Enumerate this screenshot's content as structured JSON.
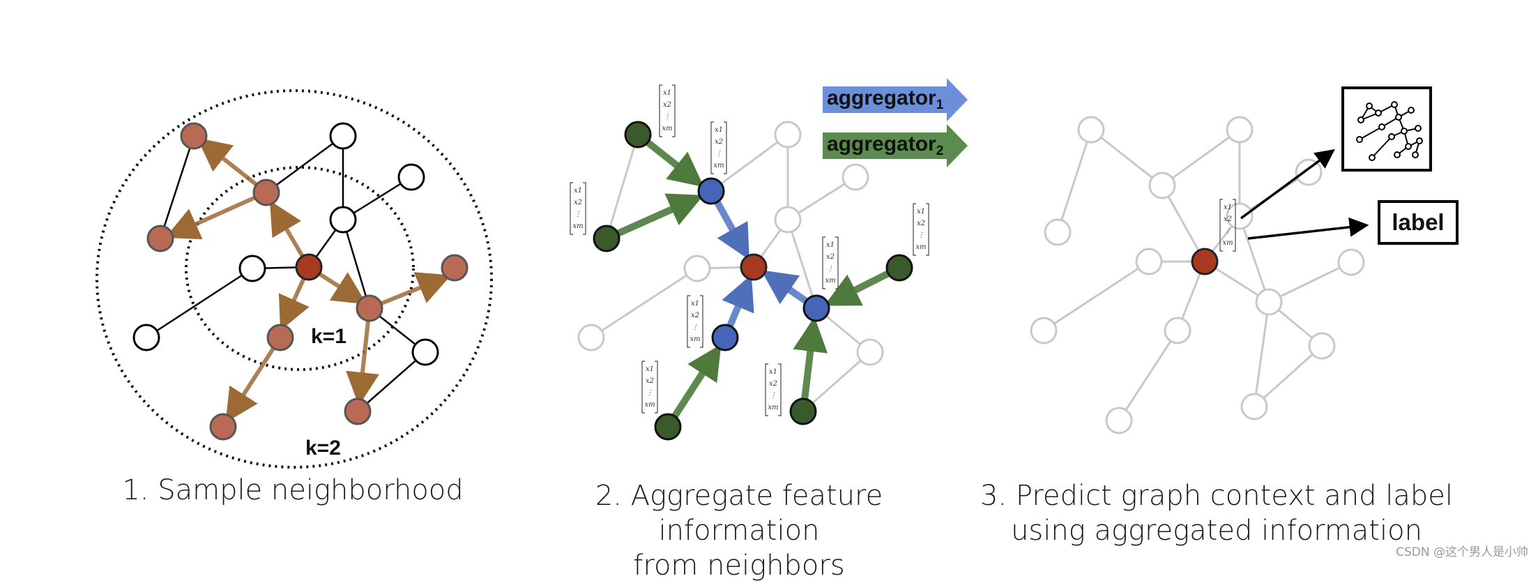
{
  "panel1": {
    "caption": "1. Sample neighborhood",
    "k1_label": "k=1",
    "k2_label": "k=2"
  },
  "panel2": {
    "caption_line1": "2. Aggregate feature information",
    "caption_line2": "from neighbors",
    "aggregator1": {
      "text": "aggregator",
      "sub": "1"
    },
    "aggregator2": {
      "text": "aggregator",
      "sub": "2"
    }
  },
  "panel3": {
    "caption_line1": "3. Predict graph context and label",
    "caption_line2": "using aggregated information",
    "label_box": "label"
  },
  "feature_vector": {
    "entries": [
      "x1",
      "x2",
      "⋮",
      "xm"
    ]
  },
  "watermark": "CSDN @这个男人是小帅",
  "colors": {
    "target_node": "#a83a22",
    "hop_node": "#b86a55",
    "hop_arrow": "#9c6a35",
    "blue_node": "#4566b8",
    "blue_arrow": "#5b7cc4",
    "green_node": "#3b5a2b",
    "green_arrow": "#4e7a3d",
    "faded_edge": "#c8c8c8"
  }
}
